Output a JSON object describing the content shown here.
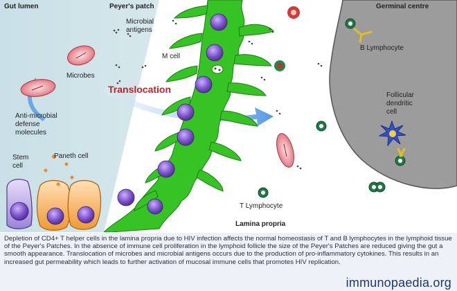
{
  "labels": {
    "gut_lumen": "Gut lumen",
    "peyers_patch": "Peyer's patch",
    "germinal_centre": "Germinal centre",
    "microbial_antigens_1": "Microbial",
    "microbial_antigens_2": "antigens",
    "m_cell": "M cell",
    "microbes": "Microbes",
    "translocation": "Translocation",
    "b_lymphocyte": "B Lymphocyte",
    "follicular_1": "Follicular",
    "follicular_2": "dendritic",
    "follicular_3": "cell",
    "antimicrobial_1": "Anti-microbial",
    "antimicrobial_2": "defense",
    "antimicrobial_3": "molecules",
    "stem_cell_1": "Stem",
    "stem_cell_2": "cell",
    "paneth_cell": "Paneth cell",
    "t_lymphocyte": "T Lymphocyte",
    "lamina_propria": "Lamina propria"
  },
  "caption": "Depletion of CD4+ T helper cells in the lamina propria due to HIV infection affects the normal homeostasis of T and B lymphocytes in the lymphoid tissue of the Peyer's Patches. In the absence of immune cell proliferation in the lymphoid follicle the size of the Peyer's Patches are reduced giving the gut a smooth appearance. Translocation of microbes and microbial antigens occurs due to the production of pro-inflammatory cytokines.  This results in an increased gut permeability which leads to further activation of mucosal immune cells that promotes HIV replication.",
  "logo": {
    "part1": "immuno",
    "part2": "paedia",
    "part3": ".org"
  },
  "colors": {
    "lumen": "#cfe3e6",
    "epithelium": "#35c424",
    "nucleus": "#7b4fc8",
    "germinal_centre": "#9a9a9a",
    "translocation_text": "#c0202a",
    "arrow": "#5a9fe0"
  }
}
